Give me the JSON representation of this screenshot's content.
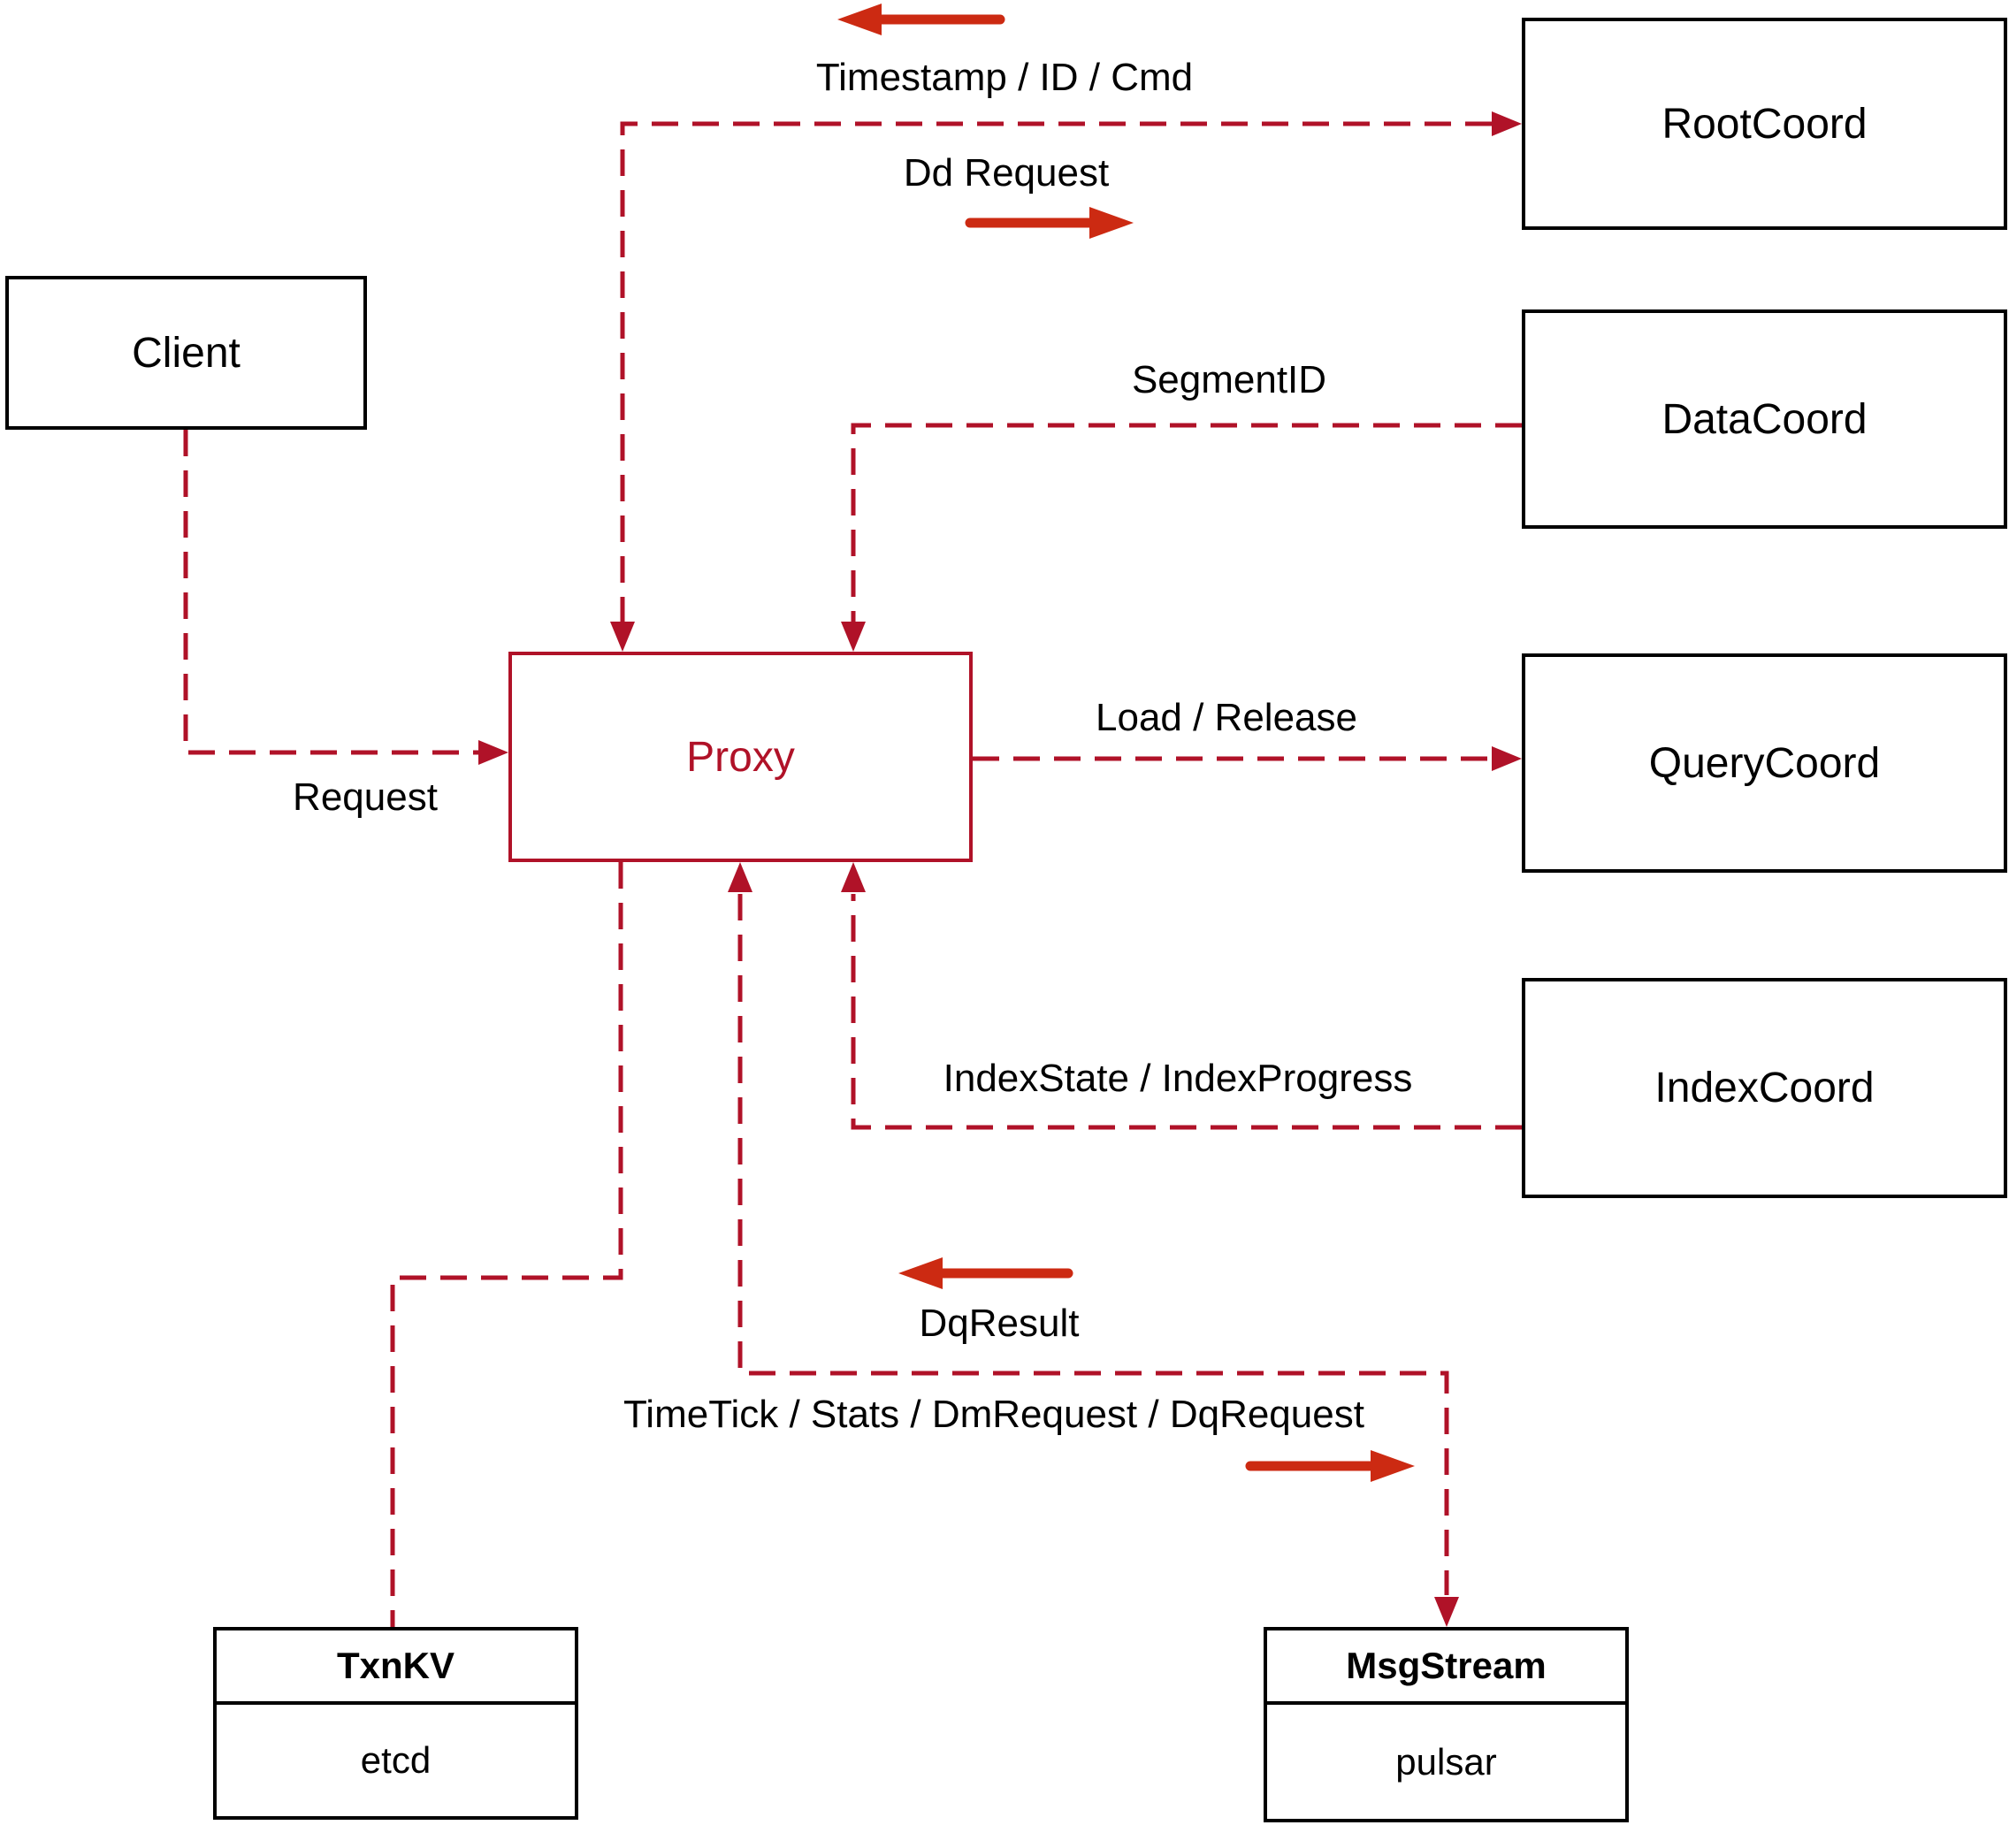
{
  "colors": {
    "background": "#ffffff",
    "box-border": "#000000",
    "text": "#000000",
    "line": "#b01228",
    "arrow": "#cc2a12"
  },
  "nodes": {
    "client": {
      "label": "Client"
    },
    "proxy": {
      "label": "Proxy"
    },
    "root_coord": {
      "label": "RootCoord"
    },
    "data_coord": {
      "label": "DataCoord"
    },
    "query_coord": {
      "label": "QueryCoord"
    },
    "index_coord": {
      "label": "IndexCoord"
    },
    "txn_kv": {
      "title": "TxnKV",
      "impl": "etcd"
    },
    "msg_stream": {
      "title": "MsgStream",
      "impl": "pulsar"
    }
  },
  "edge_labels": {
    "timestamp_id_cmd": "Timestamp / ID / Cmd",
    "dd_request": "Dd Request",
    "segment_id": "SegmentID",
    "load_release": "Load / Release",
    "index_state_progress": "IndexState / IndexProgress",
    "request": "Request",
    "dq_result": "DqResult",
    "time_tick_stats": "TimeTick / Stats / DmRequest / DqRequest"
  }
}
